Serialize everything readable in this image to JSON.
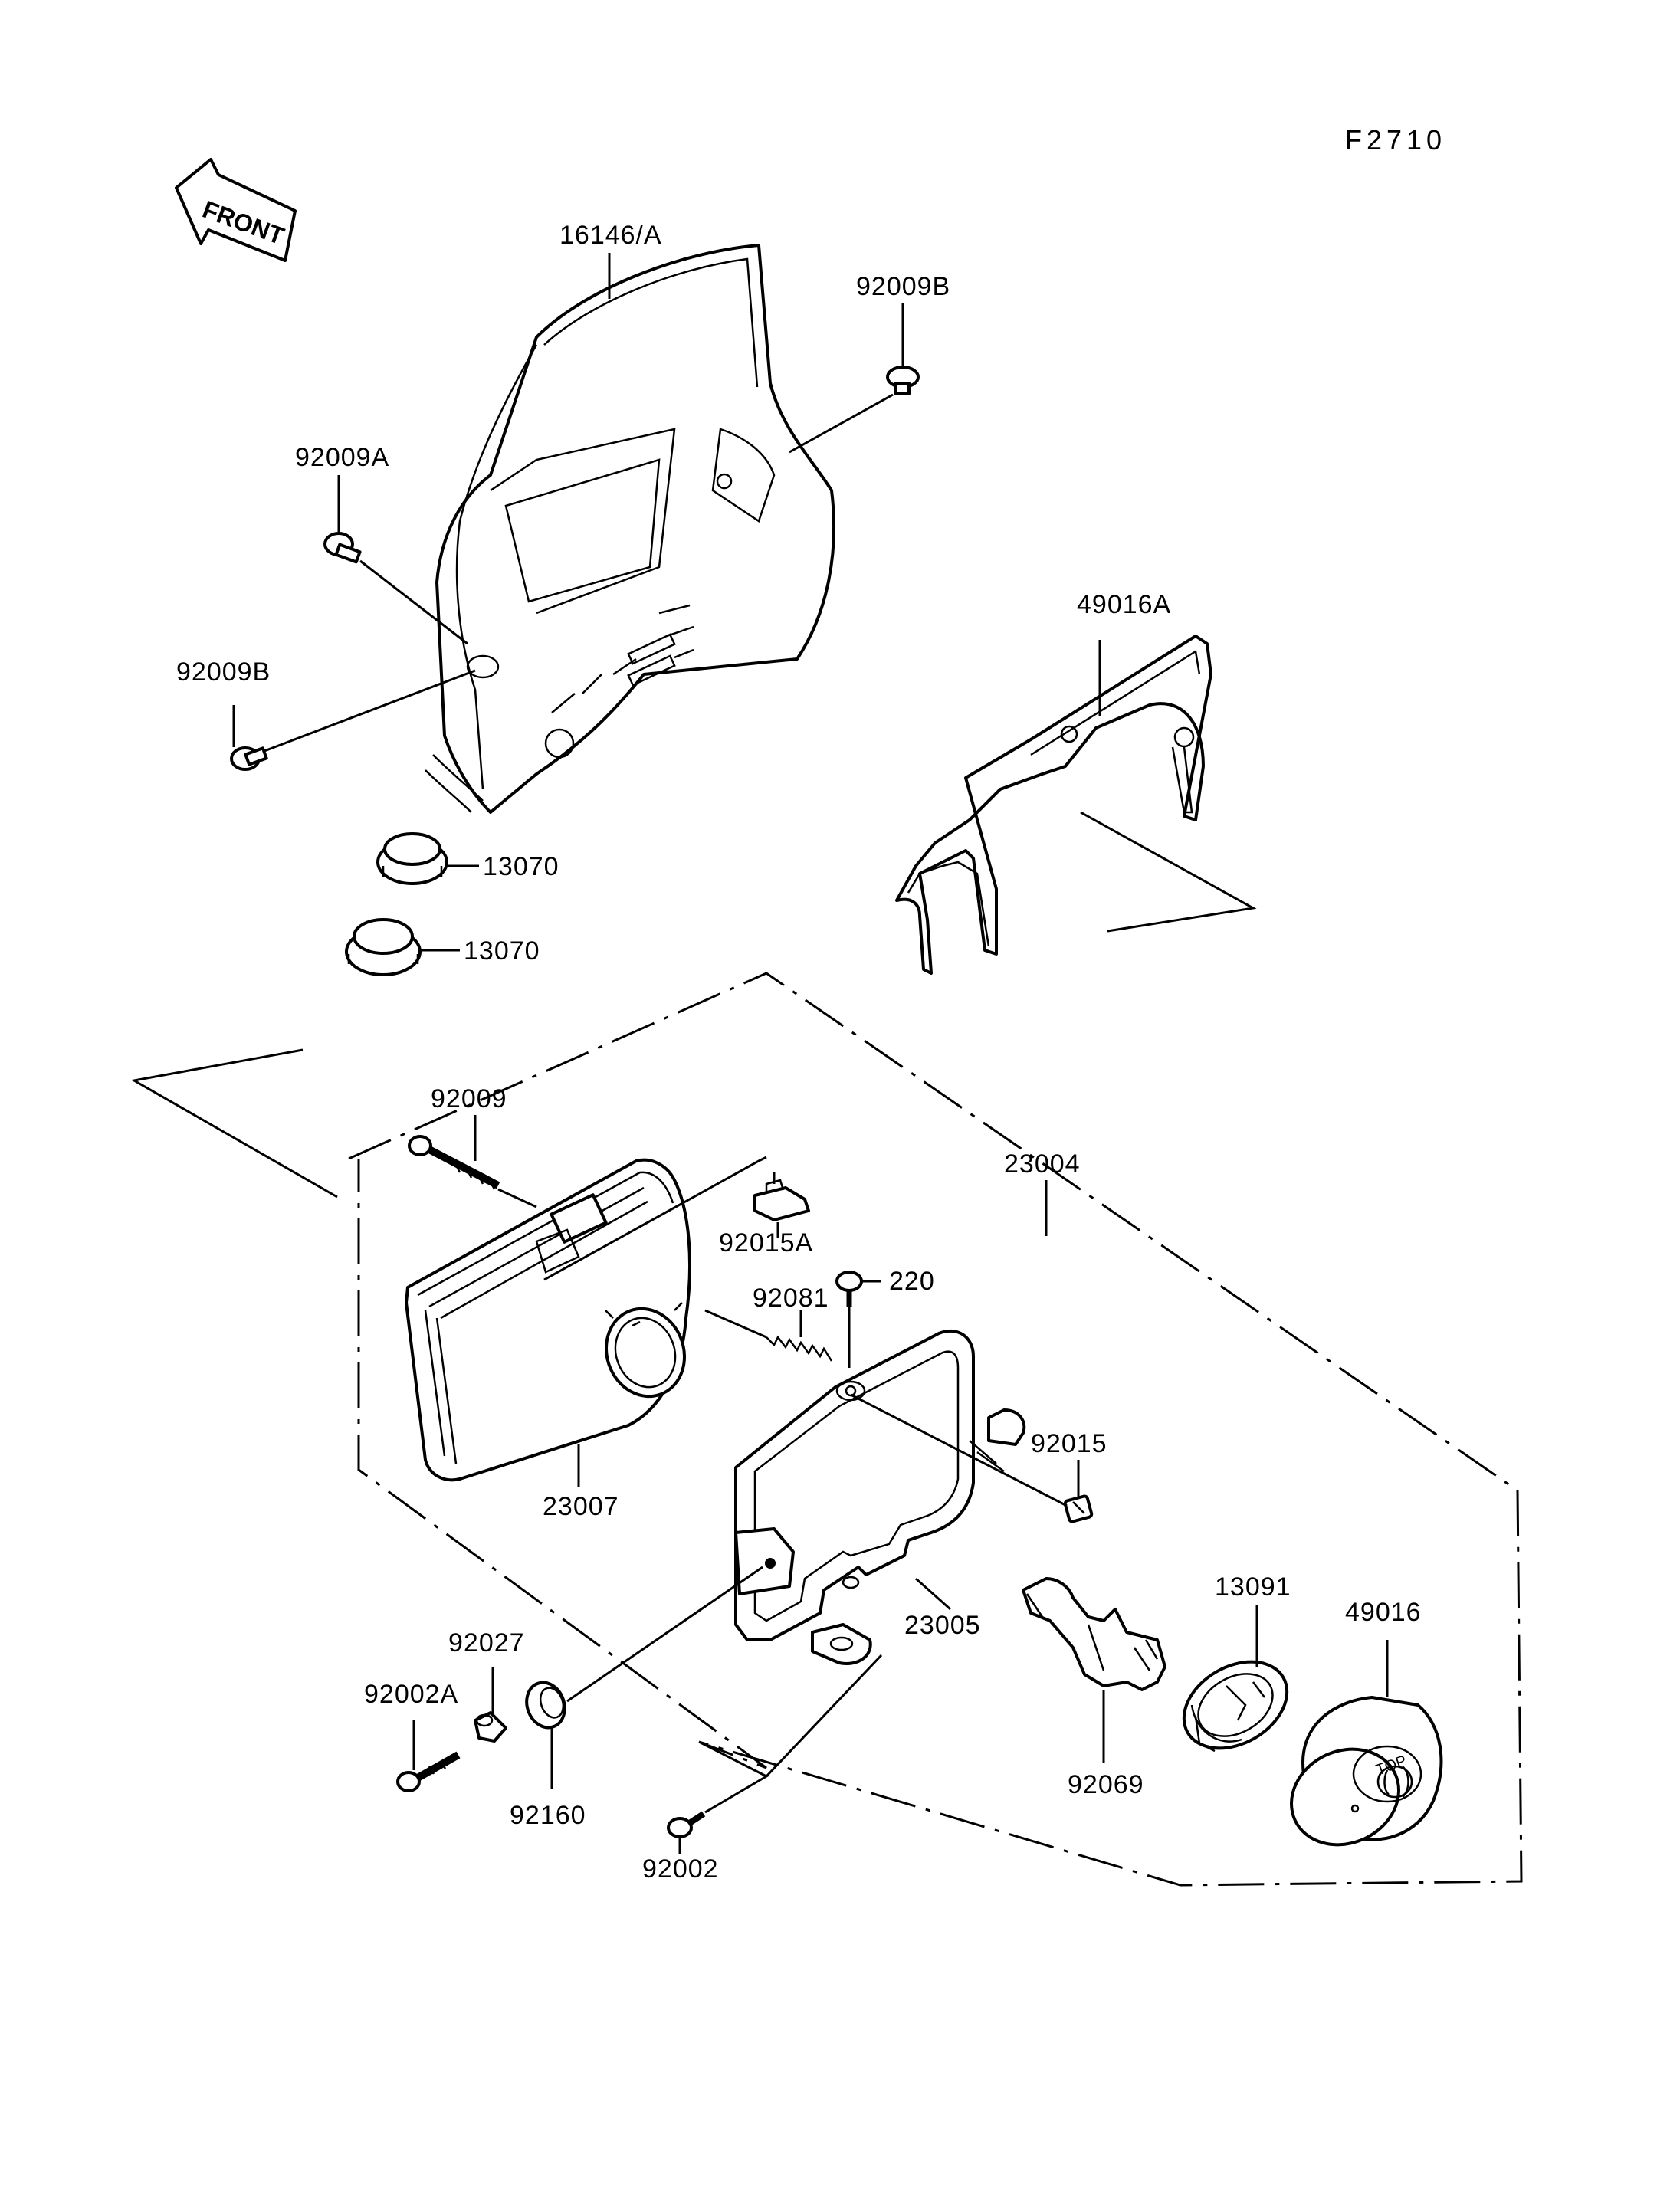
{
  "figure_code": "F2710",
  "front_label": "FRONT",
  "labels": {
    "p16146A": "16146/A",
    "p92009B_top": "92009B",
    "p92009A": "92009A",
    "p92009B_left": "92009B",
    "p49016A": "49016A",
    "p13070_a": "13070",
    "p13070_b": "13070",
    "p92009": "92009",
    "p23004": "23004",
    "p92015A": "92015A",
    "p220": "220",
    "p92081": "92081",
    "p92015": "92015",
    "p23007": "23007",
    "p23005": "23005",
    "p13091": "13091",
    "p49016": "49016",
    "p92027": "92027",
    "p92002A": "92002A",
    "p92160": "92160",
    "p92069": "92069",
    "p92002": "92002"
  }
}
